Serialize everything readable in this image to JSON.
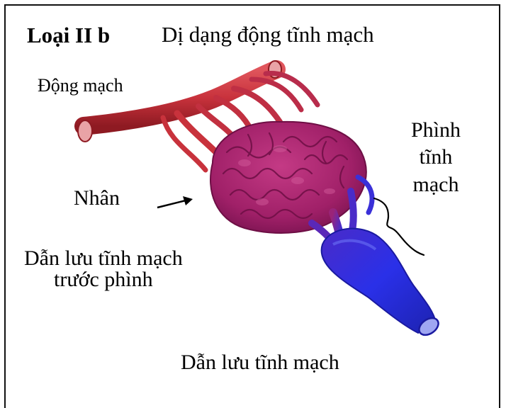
{
  "title": {
    "type": "Loại II b",
    "description": "Dị dạng động tĩnh mạch"
  },
  "labels": {
    "artery": "Động mạch",
    "nidus": "Nhân",
    "pre_aneurysm_drainage_line1": "Dẫn lưu tĩnh mạch",
    "pre_aneurysm_drainage_line2": "trước phình",
    "venous_aneurysm_line1": "Phình",
    "venous_aneurysm_line2": "tĩnh",
    "venous_aneurysm_line3": "mạch",
    "venous_drainage": "Dẫn lưu tĩnh mạch"
  },
  "colors": {
    "artery": "#c8323c",
    "artery_dark": "#8e1a22",
    "nidus": "#b02670",
    "nidus_dark": "#6e0f45",
    "vein": "#2a2ee0",
    "vein_dark": "#1a1aa0"
  }
}
